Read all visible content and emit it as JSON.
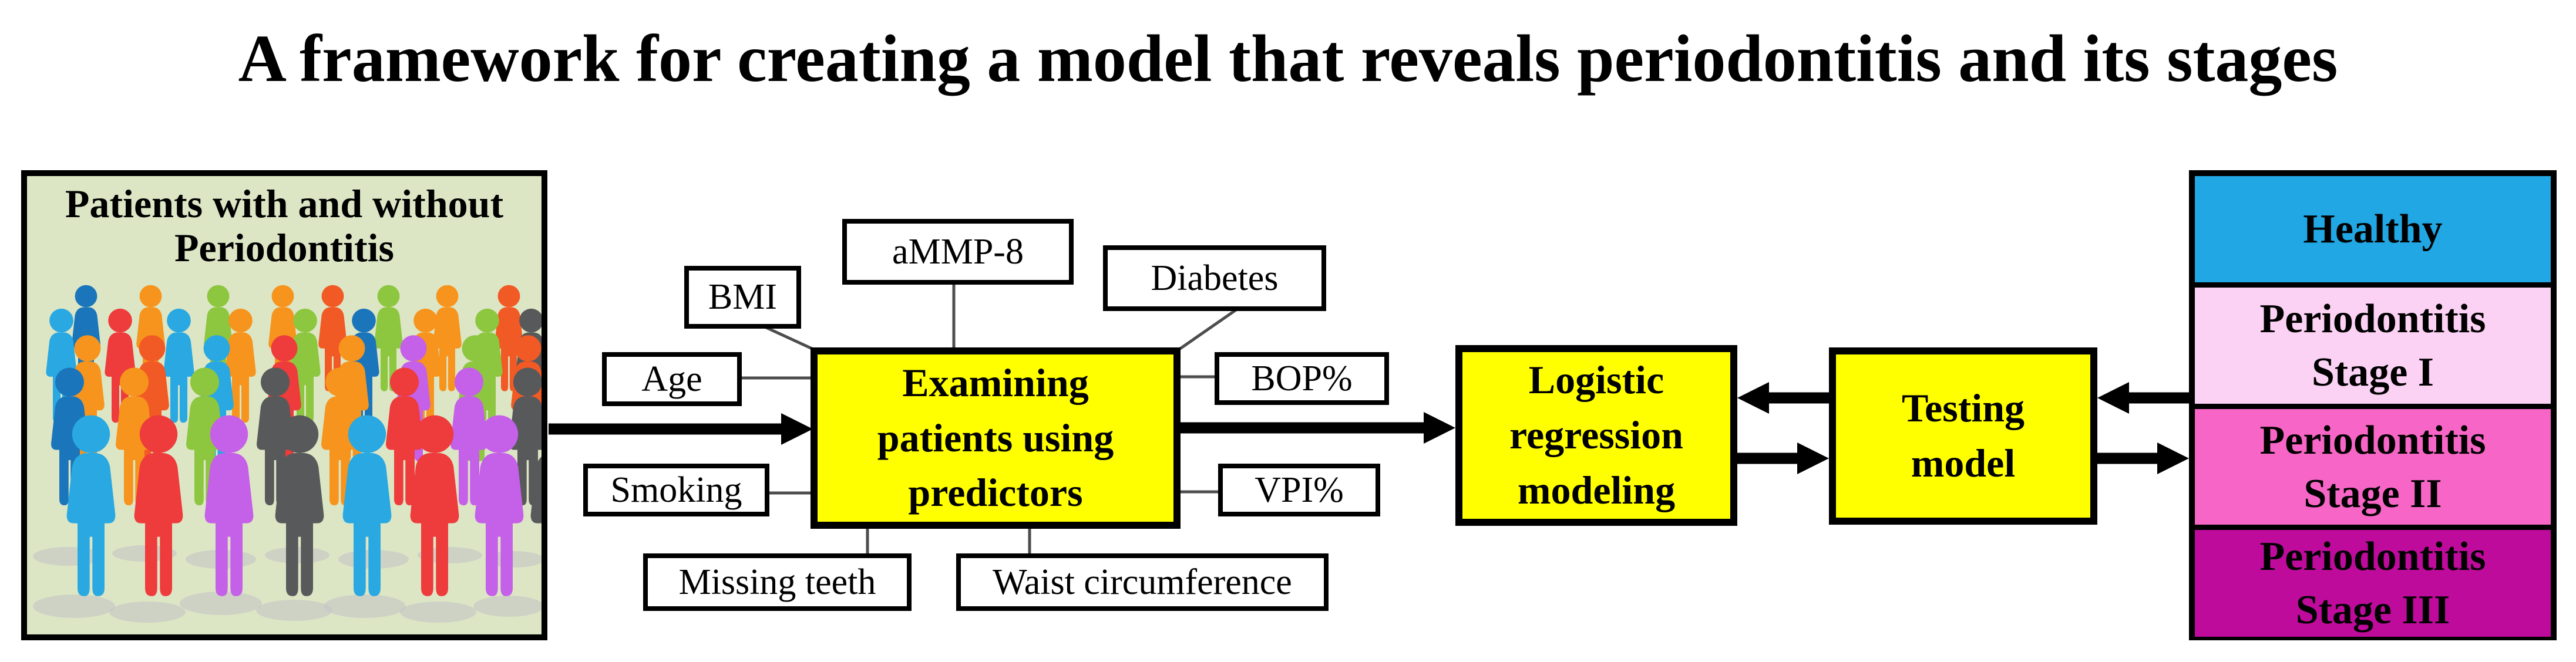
{
  "title": "A framework for creating a model that reveals periodontitis and its stages",
  "patients_box": {
    "title": "Patients with and without\nPeriodontitis",
    "bg_color": "#dce6c5"
  },
  "process_boxes": {
    "fill_color": "#ffff00",
    "examining_label": "Examining\npatients using\npredictors",
    "logistic_label": "Logistic\nregression\nmodeling",
    "testing_label": "Testing\nmodel"
  },
  "predictors": [
    {
      "id": "bmi",
      "label": "BMI"
    },
    {
      "id": "ammp8",
      "label": "aMMP-8"
    },
    {
      "id": "diabetes",
      "label": "Diabetes"
    },
    {
      "id": "age",
      "label": "Age"
    },
    {
      "id": "bop",
      "label": "BOP%"
    },
    {
      "id": "smoking",
      "label": "Smoking"
    },
    {
      "id": "vpi",
      "label": "VPI%"
    },
    {
      "id": "missing_teeth",
      "label": "Missing teeth"
    },
    {
      "id": "waist",
      "label": "Waist circumference"
    }
  ],
  "stages": [
    {
      "id": "healthy",
      "label": "Healthy",
      "color": "#21a7e3"
    },
    {
      "id": "stage1",
      "label": "Periodontitis\nStage I",
      "color": "#fbd1f4"
    },
    {
      "id": "stage2",
      "label": "Periodontitis\nStage II",
      "color": "#f766c6"
    },
    {
      "id": "stage3",
      "label": "Periodontitis\nStage III",
      "color": "#be0b9c"
    }
  ],
  "connector_color": "#4d4d4d",
  "arrow_color": "#000000",
  "illustration": {
    "shadow_color": "#c5c5c5",
    "figures": [
      [
        60,
        15,
        1.35,
        "#1b75bb"
      ],
      [
        170,
        15,
        1.35,
        "#f7941d"
      ],
      [
        285,
        15,
        1.35,
        "#8dc63f"
      ],
      [
        395,
        15,
        1.35,
        "#f7941d"
      ],
      [
        480,
        15,
        1.35,
        "#f15a24"
      ],
      [
        575,
        15,
        1.35,
        "#8dc63f"
      ],
      [
        675,
        15,
        1.35,
        "#f7941d"
      ],
      [
        780,
        15,
        1.35,
        "#f15a24"
      ],
      [
        15,
        55,
        1.45,
        "#29a8e2"
      ],
      [
        115,
        55,
        1.45,
        "#ee3b3b"
      ],
      [
        215,
        55,
        1.45,
        "#29a8e2"
      ],
      [
        320,
        55,
        1.45,
        "#f7941d"
      ],
      [
        430,
        55,
        1.45,
        "#8dc63f"
      ],
      [
        530,
        55,
        1.45,
        "#1b75bb"
      ],
      [
        635,
        55,
        1.45,
        "#f7941d"
      ],
      [
        740,
        55,
        1.45,
        "#8dc63f"
      ],
      [
        815,
        55,
        1.45,
        "#58595b"
      ],
      [
        55,
        100,
        1.6,
        "#f7941d"
      ],
      [
        165,
        100,
        1.6,
        "#f15a24"
      ],
      [
        275,
        100,
        1.6,
        "#29a8e2"
      ],
      [
        390,
        100,
        1.6,
        "#ee3b3b"
      ],
      [
        505,
        100,
        1.6,
        "#f7941d"
      ],
      [
        610,
        100,
        1.6,
        "#c560e8"
      ],
      [
        715,
        100,
        1.6,
        "#8dc63f"
      ],
      [
        805,
        100,
        1.6,
        "#f15a24"
      ],
      [
        20,
        155,
        1.75,
        "#1b75bb"
      ],
      [
        130,
        155,
        1.75,
        "#f7941d"
      ],
      [
        250,
        155,
        1.75,
        "#8dc63f"
      ],
      [
        370,
        155,
        1.75,
        "#58595b"
      ],
      [
        480,
        155,
        1.75,
        "#f7941d"
      ],
      [
        590,
        155,
        1.75,
        "#ee3b3b"
      ],
      [
        700,
        155,
        1.75,
        "#c560e8"
      ],
      [
        800,
        155,
        1.75,
        "#58595b"
      ],
      [
        40,
        235,
        2.3,
        "#29a8e2"
      ],
      [
        155,
        235,
        2.3,
        "#ee3b3b"
      ],
      [
        275,
        235,
        2.3,
        "#c560e8"
      ],
      [
        395,
        235,
        2.3,
        "#58595b"
      ],
      [
        510,
        235,
        2.3,
        "#29a8e2"
      ],
      [
        625,
        235,
        2.3,
        "#ee3b3b"
      ],
      [
        735,
        235,
        2.3,
        "#c560e8"
      ],
      [
        830,
        235,
        2.3,
        "#58595b"
      ]
    ],
    "shadows": [
      [
        70,
        480,
        60,
        16
      ],
      [
        200,
        475,
        55,
        14
      ],
      [
        330,
        485,
        60,
        16
      ],
      [
        460,
        478,
        55,
        14
      ],
      [
        590,
        485,
        60,
        16
      ],
      [
        720,
        478,
        55,
        14
      ],
      [
        830,
        485,
        50,
        14
      ],
      [
        80,
        565,
        70,
        20
      ],
      [
        205,
        575,
        65,
        18
      ],
      [
        330,
        560,
        70,
        20
      ],
      [
        455,
        572,
        65,
        18
      ],
      [
        575,
        565,
        70,
        20
      ],
      [
        700,
        575,
        65,
        18
      ],
      [
        820,
        565,
        60,
        18
      ]
    ]
  }
}
